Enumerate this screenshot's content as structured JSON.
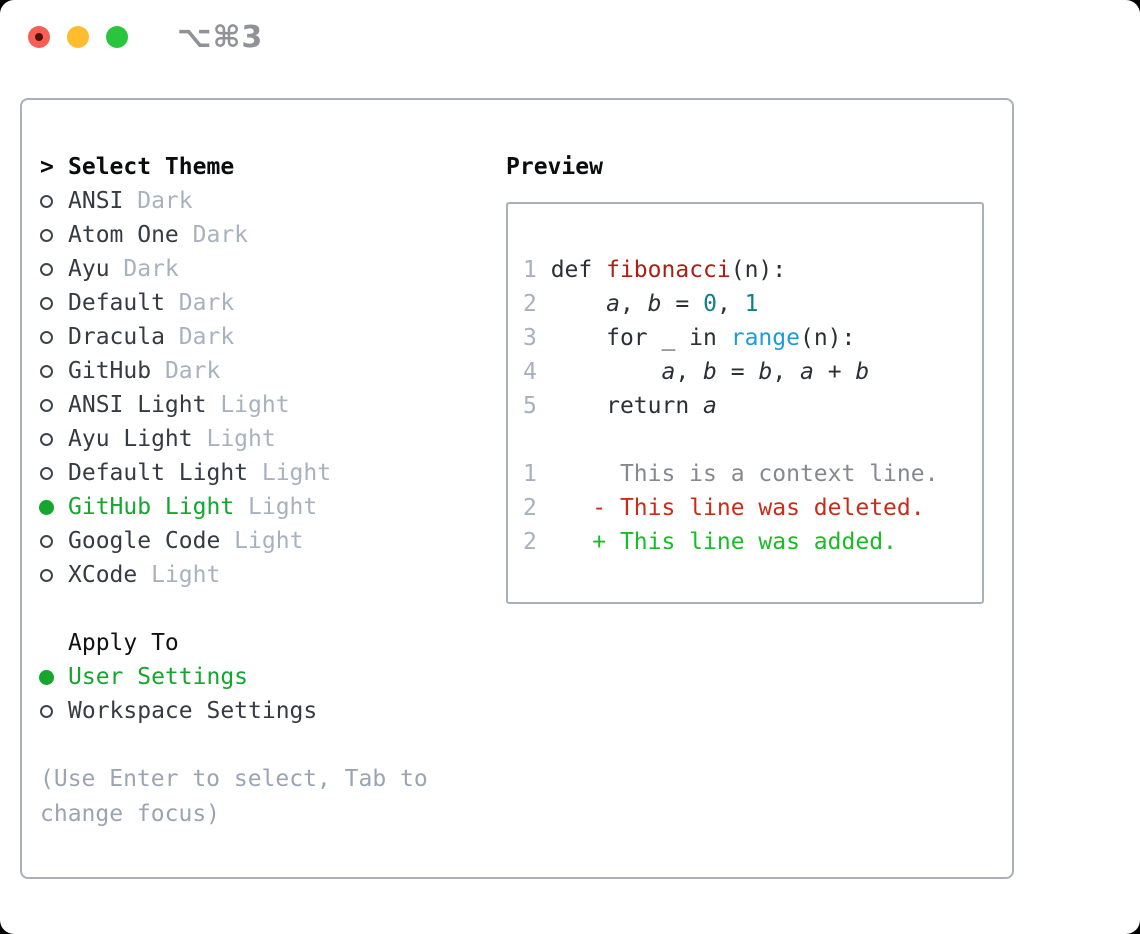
{
  "titlebar": {
    "title": "⌥⌘3",
    "traffic_lights": [
      {
        "name": "close"
      },
      {
        "name": "minimize"
      },
      {
        "name": "zoom"
      }
    ]
  },
  "theme_selector": {
    "pointer": ">",
    "heading": "Select Theme",
    "themes": [
      {
        "name": "ANSI",
        "tag": "Dark",
        "selected": false
      },
      {
        "name": "Atom One",
        "tag": "Dark",
        "selected": false
      },
      {
        "name": "Ayu",
        "tag": "Dark",
        "selected": false
      },
      {
        "name": "Default",
        "tag": "Dark",
        "selected": false
      },
      {
        "name": "Dracula",
        "tag": "Dark",
        "selected": false
      },
      {
        "name": "GitHub",
        "tag": "Dark",
        "selected": false
      },
      {
        "name": "ANSI Light",
        "tag": "Light",
        "selected": false
      },
      {
        "name": "Ayu Light",
        "tag": "Light",
        "selected": false
      },
      {
        "name": "Default Light",
        "tag": "Light",
        "selected": false
      },
      {
        "name": "GitHub Light",
        "tag": "Light",
        "selected": true
      },
      {
        "name": "Google Code",
        "tag": "Light",
        "selected": false
      },
      {
        "name": "XCode",
        "tag": "Light",
        "selected": false
      }
    ],
    "apply_heading": "Apply To",
    "apply_options": [
      {
        "name": "User Settings",
        "selected": true
      },
      {
        "name": "Workspace Settings",
        "selected": false
      }
    ],
    "hint": "(Use Enter to select, Tab to change focus)"
  },
  "preview": {
    "heading": "Preview",
    "lines": [
      {
        "num": "1",
        "parts": [
          [
            " def ",
            "default"
          ],
          [
            "fibonacci",
            "function"
          ],
          [
            "(n):",
            "default"
          ]
        ]
      },
      {
        "num": "2",
        "parts": [
          [
            "     ",
            "default"
          ],
          [
            "a",
            "variable"
          ],
          [
            ", ",
            "default"
          ],
          [
            "b",
            "variable"
          ],
          [
            " = ",
            "default"
          ],
          [
            "0",
            "number"
          ],
          [
            ", ",
            "default"
          ],
          [
            "1",
            "number"
          ]
        ]
      },
      {
        "num": "3",
        "parts": [
          [
            "     for _ in ",
            "default"
          ],
          [
            "range",
            "builtin"
          ],
          [
            "(n):",
            "default"
          ]
        ]
      },
      {
        "num": "4",
        "parts": [
          [
            "         ",
            "default"
          ],
          [
            "a",
            "variable"
          ],
          [
            ", ",
            "default"
          ],
          [
            "b",
            "variable"
          ],
          [
            " = ",
            "default"
          ],
          [
            "b",
            "variable"
          ],
          [
            ", ",
            "default"
          ],
          [
            "a",
            "variable"
          ],
          [
            " + ",
            "default"
          ],
          [
            "b",
            "variable"
          ]
        ]
      },
      {
        "num": "5",
        "parts": [
          [
            "     return ",
            "default"
          ],
          [
            "a",
            "variable"
          ]
        ]
      },
      {
        "num": "",
        "parts": []
      },
      {
        "num": "1",
        "parts": [
          [
            "      This is a context line.",
            "context"
          ]
        ]
      },
      {
        "num": "2",
        "parts": [
          [
            "    - This line was deleted.",
            "deleted"
          ]
        ]
      },
      {
        "num": "2",
        "parts": [
          [
            "    + This line was added.",
            "added"
          ]
        ]
      }
    ]
  },
  "colors": {
    "selection_green": "#16a52f",
    "added_green": "#17bd26",
    "deleted_red": "#cb2c17",
    "function_red": "#ad1f15",
    "number_teal": "#0d808c",
    "builtin_blue": "#1b9dd9",
    "muted_gray": "#a8b2bf",
    "border_gray": "#a9b0ba",
    "traffic_red": "#f75e54",
    "traffic_yellow": "#fdbd2e",
    "traffic_green": "#2ac53e"
  }
}
